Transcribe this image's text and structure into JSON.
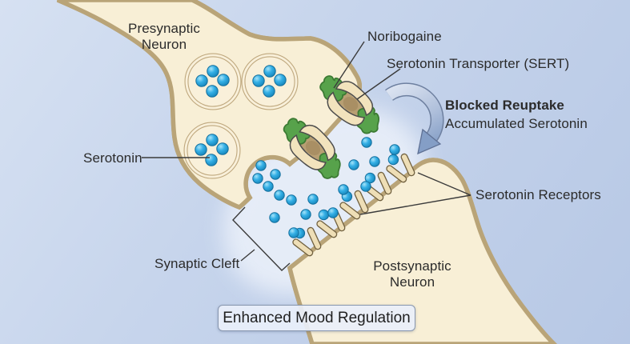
{
  "diagram": {
    "labels": {
      "presynaptic_neuron": "Presynaptic Neuron",
      "serotonin": "Serotonin",
      "noribogaine": "Noribogaine",
      "sert": "Serotonin Transporter (SERT)",
      "blocked_reuptake": "Blocked Reuptake",
      "accumulated_serotonin": "Accumulated Serotonin",
      "serotonin_receptors": "Serotonin Receptors",
      "synaptic_cleft": "Synaptic Cleft",
      "postsynaptic_neuron": "Postsynaptic Neuron",
      "caption_box": "Enhanced Mood Regulation"
    },
    "elements": [
      "presynaptic-neuron-shape",
      "synaptic-vesicle",
      "serotonin-molecule",
      "sert-transporter",
      "noribogaine-molecule",
      "blocked-reuptake-arrow",
      "serotonin-receptor",
      "postsynaptic-neuron-shape",
      "synaptic-cleft-region"
    ],
    "colors": {
      "background_light": "#d6e1f2",
      "background_dark": "#b7c8e5",
      "neuron_fill": "#f8efd6",
      "membrane_line": "#b9a478",
      "serotonin_blue": "#2aa9e0",
      "noribogaine_green": "#57a24b",
      "transporter_tan": "#f2e3bd",
      "channel_tan": "#b89f73",
      "arrow_blue": "#8aa3c9",
      "text": "#2b2b2b",
      "caption_fill": "#e9effa",
      "caption_border": "#8796ae"
    }
  }
}
